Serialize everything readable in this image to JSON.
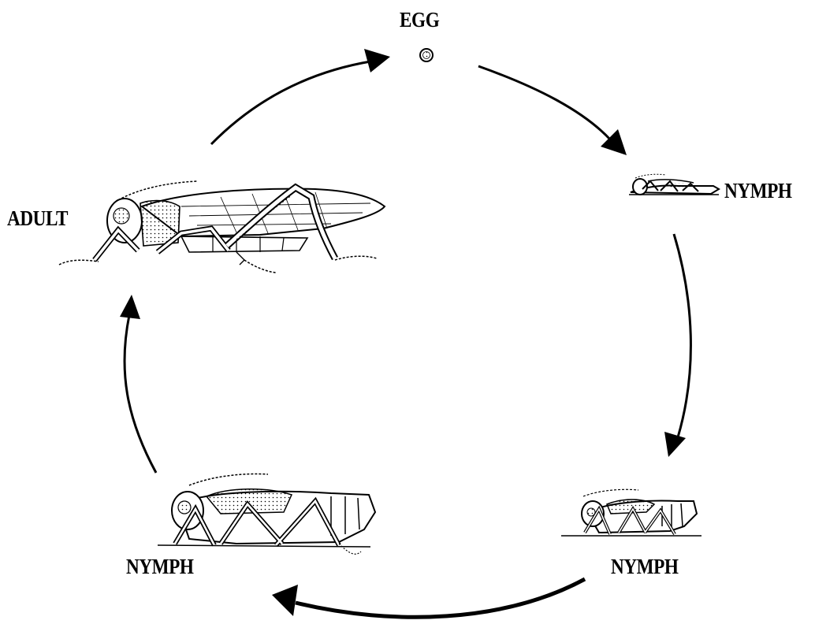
{
  "diagram": {
    "type": "life-cycle",
    "stages": {
      "egg": {
        "label": "EGG"
      },
      "nymph_1": {
        "label": "NYMPH"
      },
      "nymph_2": {
        "label": "NYMPH"
      },
      "nymph_3": {
        "label": "NYMPH"
      },
      "adult": {
        "label": "ADULT"
      }
    },
    "colors": {
      "ink": "#000000",
      "background": "#ffffff"
    }
  }
}
